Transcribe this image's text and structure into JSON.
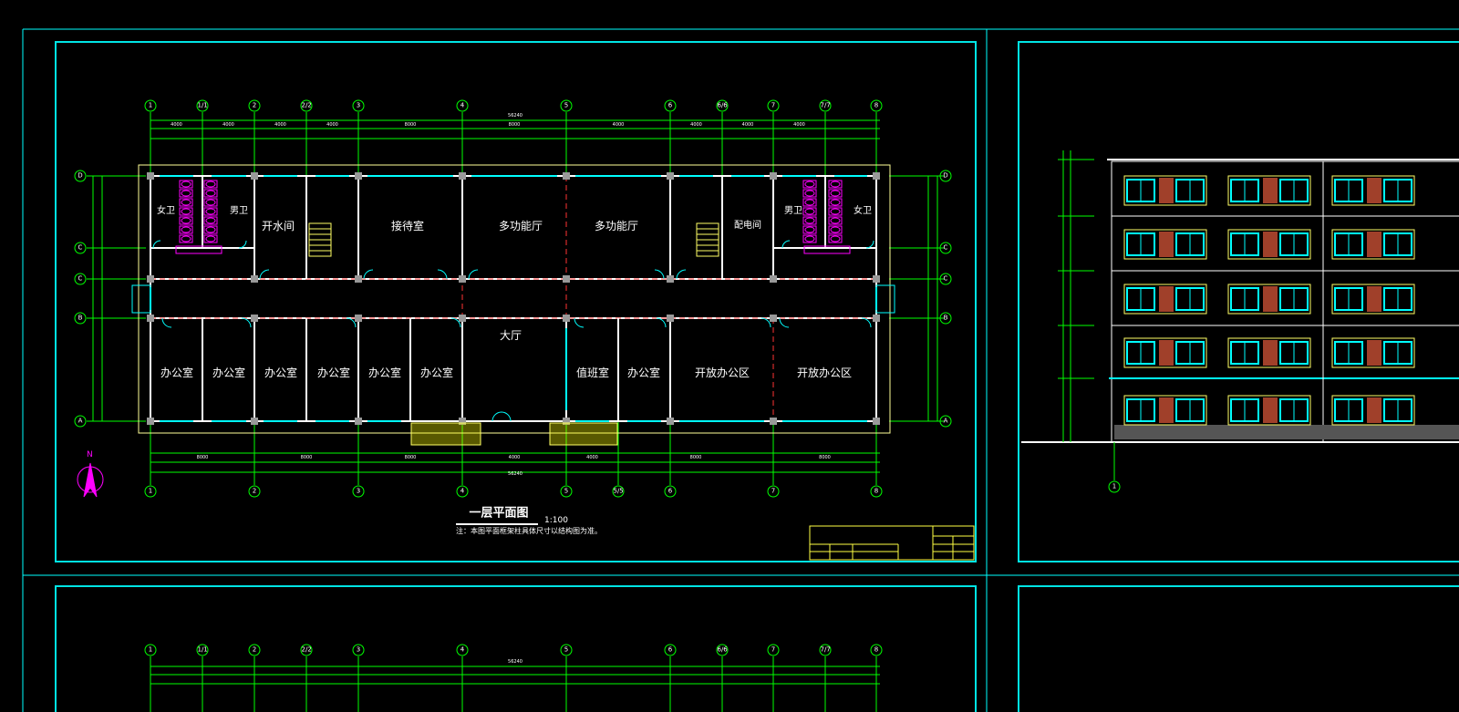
{
  "plan": {
    "title": "一层平面图",
    "scale": "1:100",
    "note": "注：本图平面框架柱具体尺寸以结构图为准。",
    "north": "N",
    "total_dim": "56240",
    "rooms": [
      {
        "id": "f-wc-w",
        "label": "女卫"
      },
      {
        "id": "f-wc-m",
        "label": "男卫"
      },
      {
        "id": "boiler",
        "label": "开水间"
      },
      {
        "id": "reception",
        "label": "接待室"
      },
      {
        "id": "multi1",
        "label": "多功能厅"
      },
      {
        "id": "multi2",
        "label": "多功能厅"
      },
      {
        "id": "power",
        "label": "配电间"
      },
      {
        "id": "men",
        "label": "男卫"
      },
      {
        "id": "women2",
        "label": "女卫"
      },
      {
        "id": "hall",
        "label": "大厅"
      },
      {
        "id": "office1",
        "label": "办公室"
      },
      {
        "id": "office2",
        "label": "办公室"
      },
      {
        "id": "office3",
        "label": "办公室"
      },
      {
        "id": "office4",
        "label": "办公室"
      },
      {
        "id": "office5",
        "label": "办公室"
      },
      {
        "id": "office6",
        "label": "办公室"
      },
      {
        "id": "duty",
        "label": "值班室"
      },
      {
        "id": "office7",
        "label": "办公室"
      },
      {
        "id": "open1",
        "label": "开放办公区"
      },
      {
        "id": "open2",
        "label": "开放办公区"
      }
    ],
    "axes_top": [
      "1",
      "1/1",
      "2",
      "2/2",
      "3",
      "4",
      "5",
      "6",
      "6/6",
      "7",
      "7/7",
      "8"
    ],
    "axes_bottom": [
      "1",
      "2",
      "3",
      "4",
      "5",
      "5/5",
      "6",
      "7",
      "8"
    ],
    "axes_side": [
      "D",
      "C",
      "C",
      "B",
      "A"
    ],
    "dims_top": [
      "4000",
      "4000",
      "4000",
      "4000",
      "8000",
      "8000",
      "4000",
      "4000",
      "4000",
      "4000"
    ],
    "dims_bottom": [
      "8000",
      "8000",
      "8000",
      "4000",
      "4000",
      "8000",
      "8000"
    ]
  },
  "plan2": {
    "total_dim": "56240"
  },
  "elevation": {
    "axis": "1"
  },
  "colors": {
    "border": "#00e5e5",
    "dim": "#00ff00",
    "wall": "#ffffff",
    "fixture": "#ff00ff",
    "stair": "#ffff66",
    "window": "#00ffff"
  }
}
